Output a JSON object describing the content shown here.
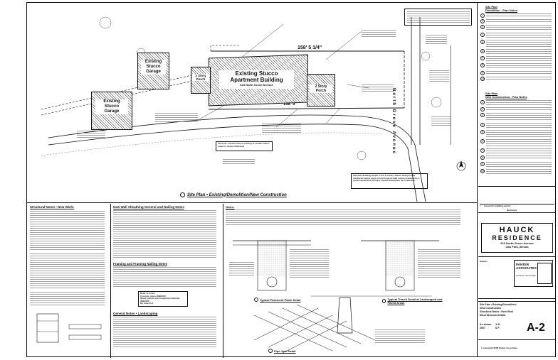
{
  "site_plan": {
    "title": "Site Plan • Existing/Demolition/New Construction",
    "main_building": {
      "line1": "Existing Stucco",
      "line2": "Apartment Building",
      "address": "623 North Grove Avenue"
    },
    "garage_center": {
      "line1": "Existing",
      "line2": "Stucco",
      "line3": "Garage"
    },
    "garage_left": {
      "line1": "Existing",
      "line2": "Stucco",
      "line3": "Garage"
    },
    "porch_left": {
      "line1": "2 Story",
      "line2": "Porch"
    },
    "porch_right": {
      "line1": "2 Story",
      "line2": "Porch"
    },
    "dim_top": "158' 5 1/4\"",
    "dim_bottom": "158' 5\"",
    "street": "North Grove Avenue",
    "allwork_note": "All work / construction is existing to remain unless noted or shown otherwise",
    "survey_note": "Site plan drawing shown is not a survey. Owner shall provide contractor with a copy of current up-to-date survey prepared by a professional land surveyor should boundaries be in question."
  },
  "structural_notes": {
    "title": "Structural Notes • New Work:"
  },
  "wall_sheathing": {
    "title": "New Wall Sheathing General and Nailing Notes"
  },
  "framing": {
    "title": "Framing and Framing Nailing Notes"
  },
  "general_notes": {
    "title": "General Notes • Landscaping"
  },
  "concrete_note": {
    "line1": "Refer to notes:",
    "line2": "Concrete notes (DB1000)",
    "line3": "Wood, plastic and composite materials (DB2000)",
    "line4": "On sheet A-1"
  },
  "details": {
    "notes_label": "Notes:",
    "pavement": "Typical Pavement Patch Detail",
    "trench": "Typical Trench Detail at Landscaped and Paved Areas",
    "pipe": "Pipe Jack Detail"
  },
  "sidebar": {
    "demo_title_1": "Site Plan",
    "demo_title_2": "Demolition - Plan Notes",
    "new_title_1": "Site Plan",
    "new_title_2": "New Construction - Plan Notes",
    "demo_notes": [
      "1",
      "2",
      "3",
      "4",
      "5",
      "6",
      "7",
      "8",
      "9",
      "10"
    ],
    "new_notes": [
      "1",
      "2",
      "3",
      "4",
      "5",
      "6",
      "7",
      "8",
      "9",
      "10",
      "11"
    ],
    "issue_row": "Issued for building permit",
    "issue_num": "1",
    "revisions": "Revisions",
    "project_line1": "HAUCK",
    "project_line2": "RESIDENCE",
    "project_addr": "623 North Grove Avenue",
    "project_city": "Oak Park, Illinois",
    "firm": "PANTER ASSOCIATES",
    "firm_addr": "Architects Interior Design",
    "sheet_title_1": "Site Plan • Existing/Demolition/",
    "sheet_title_2": "New Construction",
    "sheet_title_3": "Structural Notes • New Work",
    "sheet_title_4": "Miscellaneous Details",
    "scale": "As shown",
    "drawn": "K.K.",
    "date": "0507",
    "checked": "S.P.",
    "sheet_number": "A-2",
    "copyright": "© copyright 2008 Panter Associates",
    "expires": "Expires"
  }
}
